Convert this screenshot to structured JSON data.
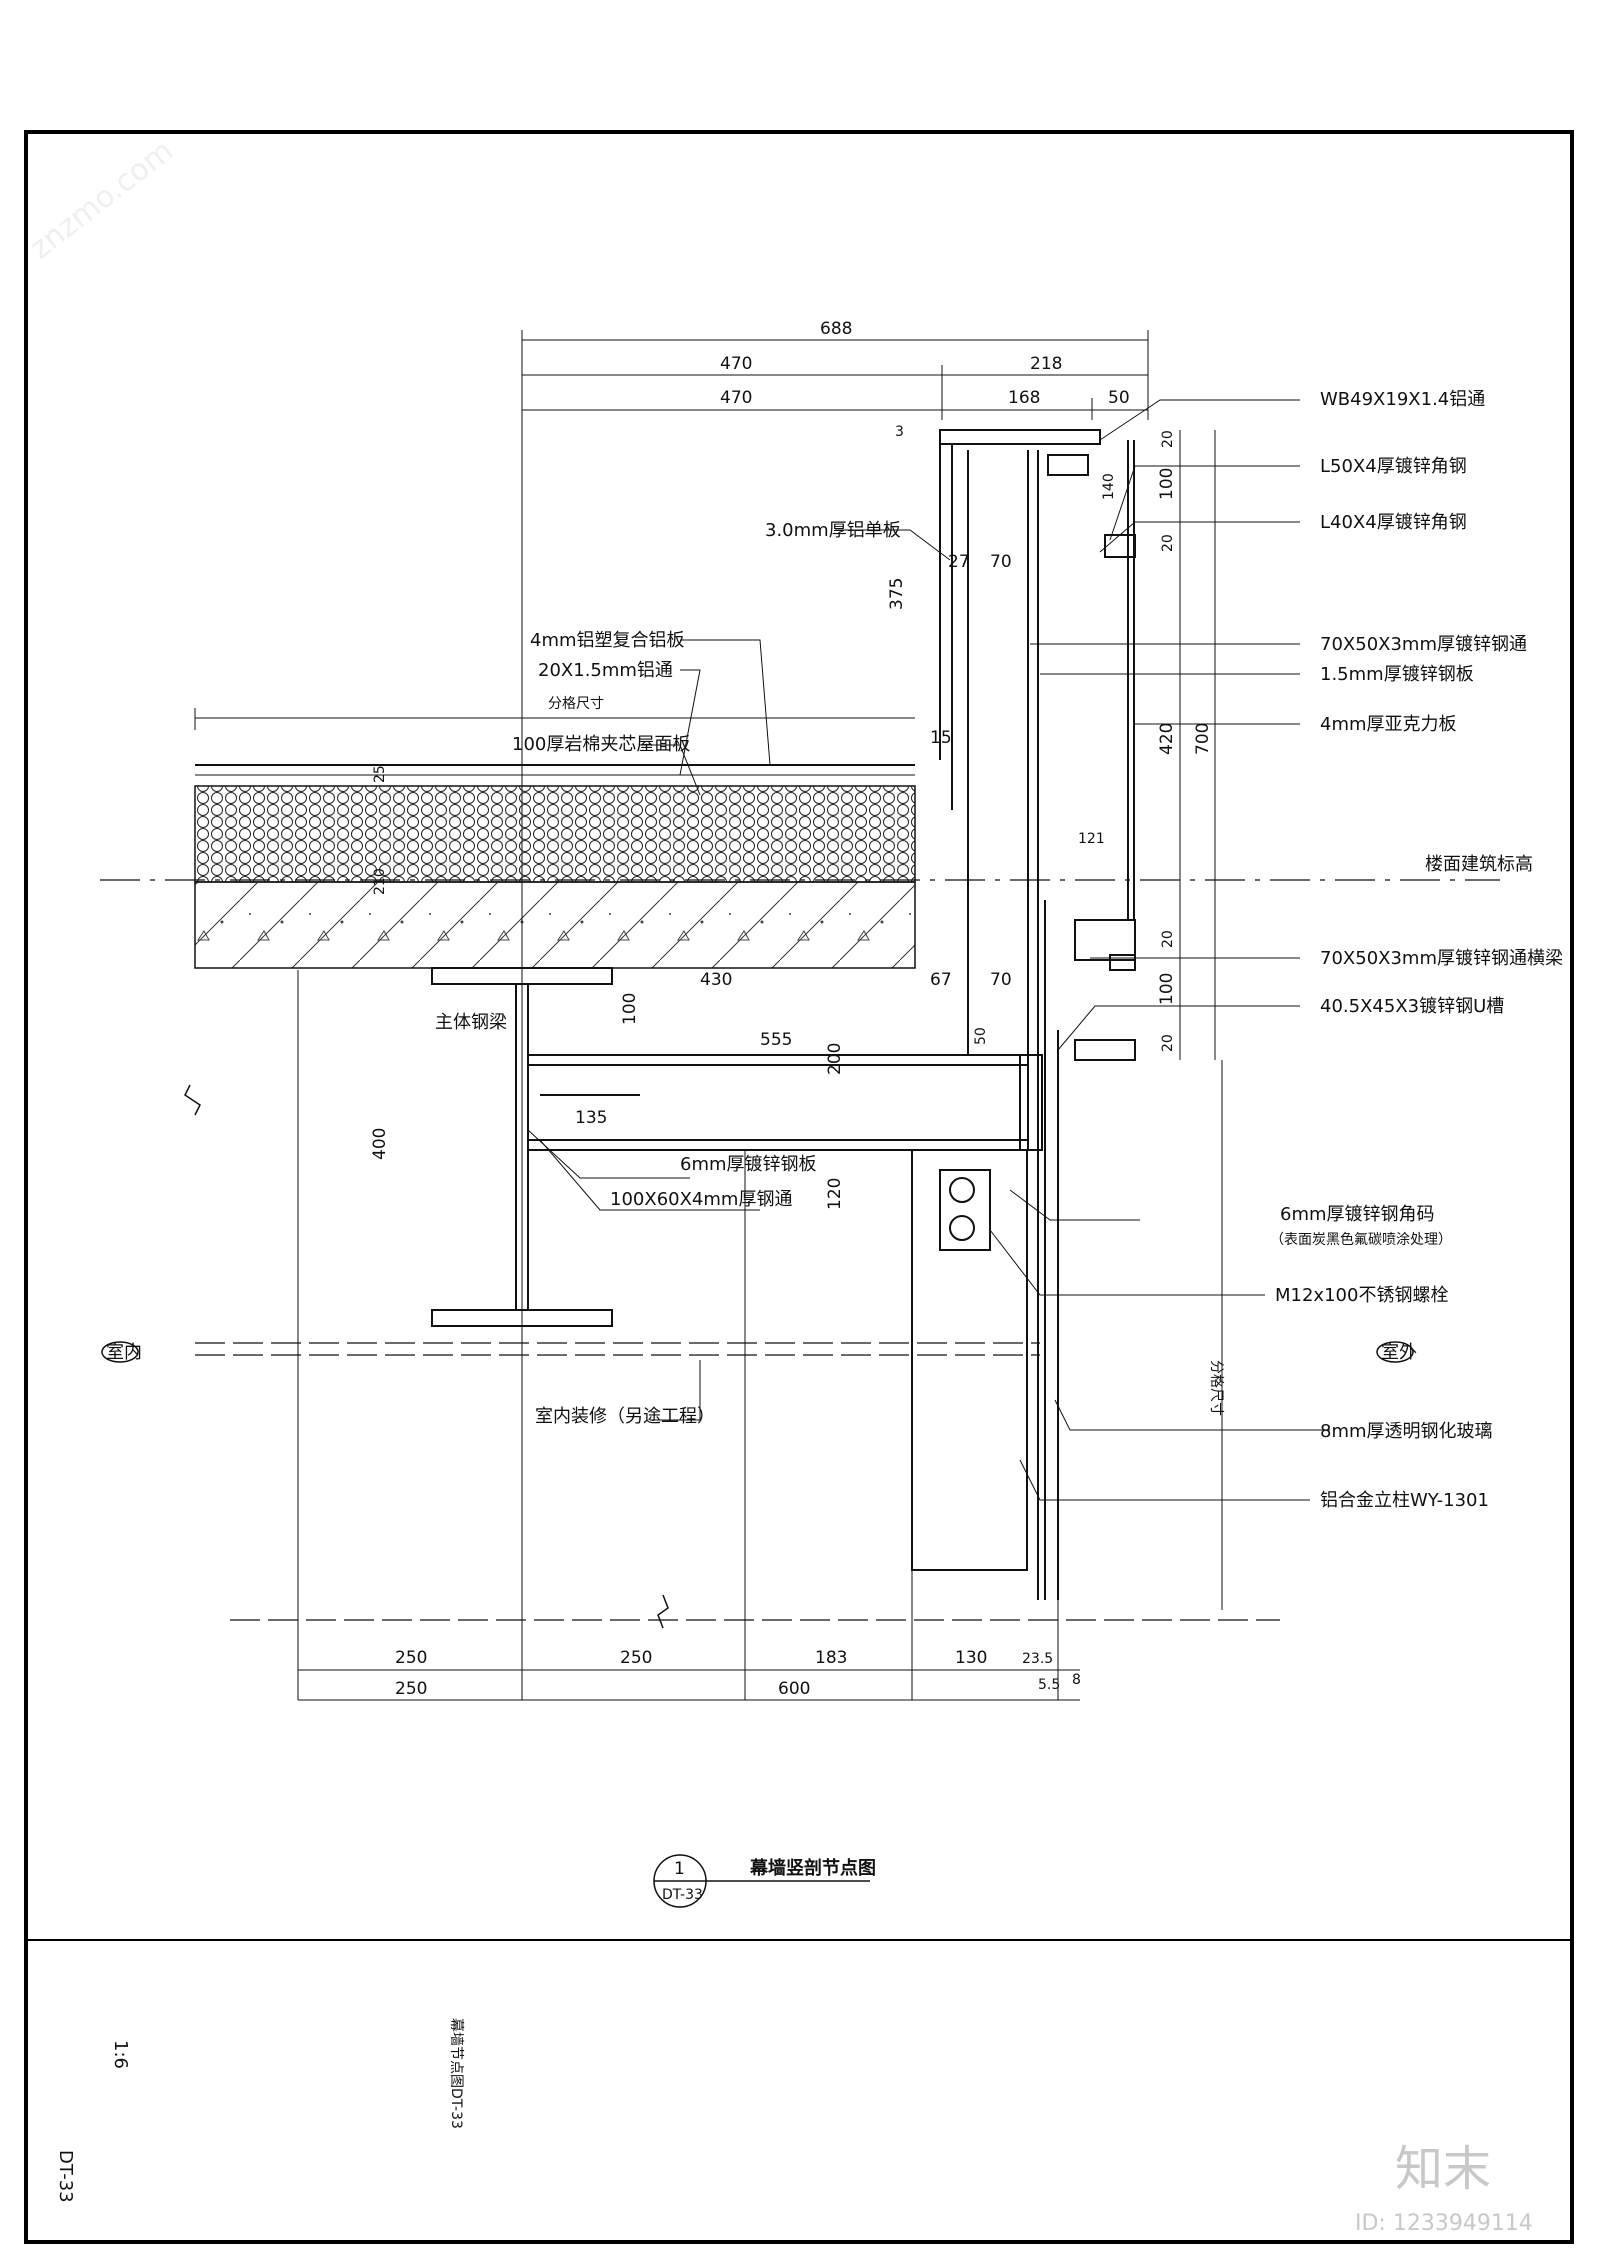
{
  "title_block": {
    "scale": "1:6",
    "drawing_name": "幕墙节点图DT-33",
    "sheet_no": "DT-33"
  },
  "detail": {
    "number": "1",
    "sheet_ref": "DT-33",
    "title": "幕墙竖剖节点图"
  },
  "zones": {
    "indoor": "室内",
    "outdoor": "室外"
  },
  "dimensions": {
    "top_688": "688",
    "top_470a": "470",
    "top_218": "218",
    "top_470b": "470",
    "top_168": "168",
    "top_50": "50",
    "d_3": "3",
    "d_375": "375",
    "d_27": "27",
    "d_70a": "70",
    "d_15": "15",
    "d_25": "25",
    "d_210": "210",
    "d_430": "430",
    "d_67": "67",
    "d_70b": "70",
    "d_100a": "100",
    "d_555": "555",
    "d_50": "50",
    "d_200": "200",
    "d_135": "135",
    "d_400": "400",
    "d_120": "120",
    "d_121": "121",
    "r_20a": "20",
    "r_140": "140",
    "r_100a": "100",
    "r_20b": "20",
    "r_420": "420",
    "r_700": "700",
    "r_20c": "20",
    "r_100b": "100",
    "r_20d": "20",
    "b_250a": "250",
    "b_250b": "250",
    "b_183": "183",
    "b_130": "130",
    "b_23_5": "23.5",
    "b_250c": "250",
    "b_600": "600",
    "b_5_5": "5.5",
    "b_8": "8",
    "grid_size_left": "分格尺寸",
    "grid_size_right": "分格尺寸"
  },
  "labels": {
    "wb_tube": "WB49X19X1.4铝通",
    "l50": "L50X4厚镀锌角钢",
    "l40": "L40X4厚镀锌角钢",
    "alu_3mm": "3.0mm厚铝单板",
    "acp_4mm": "4mm铝塑复合铝板",
    "tube_20": "20X1.5mm铝通",
    "rock_wool": "100厚岩棉夹芯屋面板",
    "steel_tube_70": "70X50X3mm厚镀锌钢通",
    "steel_plate_15": "1.5mm厚镀锌钢板",
    "acrylic_4mm": "4mm厚亚克力板",
    "floor_level": "楼面建筑标高",
    "beam_70": "70X50X3mm厚镀锌钢通横梁",
    "u_channel": "40.5X45X3镀锌钢U槽",
    "main_beam": "主体钢梁",
    "plate_6mm": "6mm厚镀锌钢板",
    "tube_100": "100X60X4mm厚钢通",
    "angle_6mm": "6mm厚镀锌钢角码",
    "angle_6mm_note": "（表面炭黑色氟碳喷涂处理）",
    "bolt": "M12x100不锈钢螺栓",
    "interior_finish": "室内装修（另途工程）",
    "glass_8mm": "8mm厚透明钢化玻璃",
    "mullion": "铝合金立柱WY-1301"
  },
  "watermark": {
    "brand": "知末",
    "id_text": "ID: 1233949114",
    "site": "znzmo.com"
  }
}
